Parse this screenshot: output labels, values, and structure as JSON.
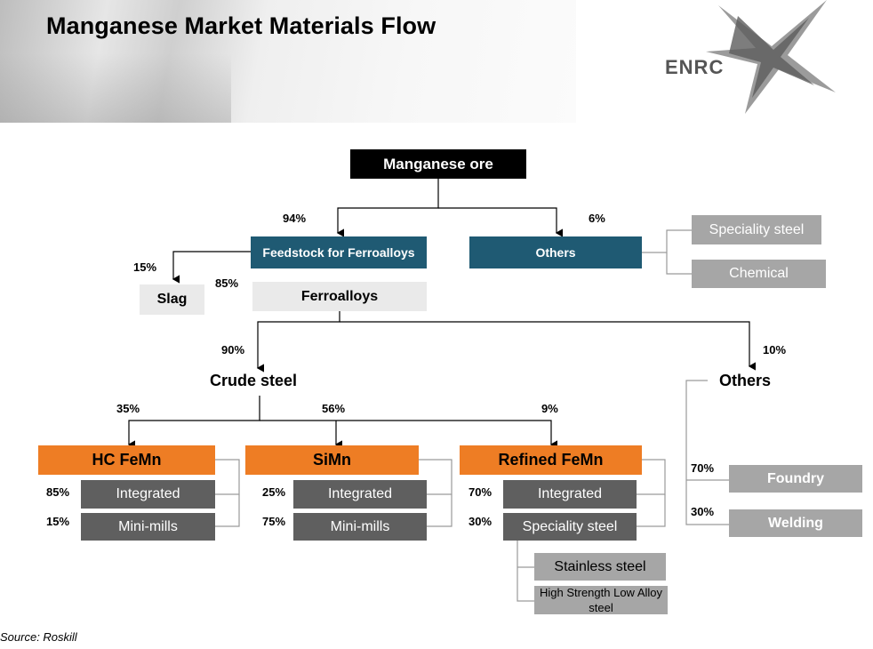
{
  "title": "Manganese Market Materials Flow",
  "logo": {
    "text": "ENRC"
  },
  "source": "Source: Roskill",
  "nodes": {
    "ore": "Manganese ore",
    "feedstock": "Feedstock for Ferroalloys",
    "others_top": "Others",
    "speciality_steel_top": "Speciality steel",
    "chemical": "Chemical",
    "slag": "Slag",
    "ferroalloys": "Ferroalloys",
    "crude_steel": "Crude steel",
    "others_mid": "Others",
    "hc_femn": "HC FeMn",
    "simn": "SiMn",
    "refined_femn": "Refined FeMn",
    "hc_integrated": "Integrated",
    "hc_minimills": "Mini-mills",
    "simn_integrated": "Integrated",
    "simn_minimills": "Mini-mills",
    "ref_integrated": "Integrated",
    "ref_speciality": "Speciality steel",
    "stainless": "Stainless steel",
    "hsla": "High Strength Low Alloy steel",
    "foundry": "Foundry",
    "welding": "Welding"
  },
  "percentages": {
    "ore_to_feedstock": "94%",
    "ore_to_others": "6%",
    "to_slag": "15%",
    "to_ferroalloys": "85%",
    "to_crude_steel": "90%",
    "to_others_mid": "10%",
    "to_hc_femn": "35%",
    "to_simn": "56%",
    "to_refined": "9%",
    "hc_integrated": "85%",
    "hc_minimills": "15%",
    "simn_integrated": "25%",
    "simn_minimills": "75%",
    "ref_integrated": "70%",
    "ref_speciality": "30%",
    "foundry": "70%",
    "welding": "30%"
  },
  "colors": {
    "ore": "#000000",
    "teal": "#1f5a73",
    "orange": "#ee7d24",
    "dark_gray": "#5f5f5f",
    "mid_gray": "#a6a6a6",
    "light_gray": "#eaeaea"
  }
}
